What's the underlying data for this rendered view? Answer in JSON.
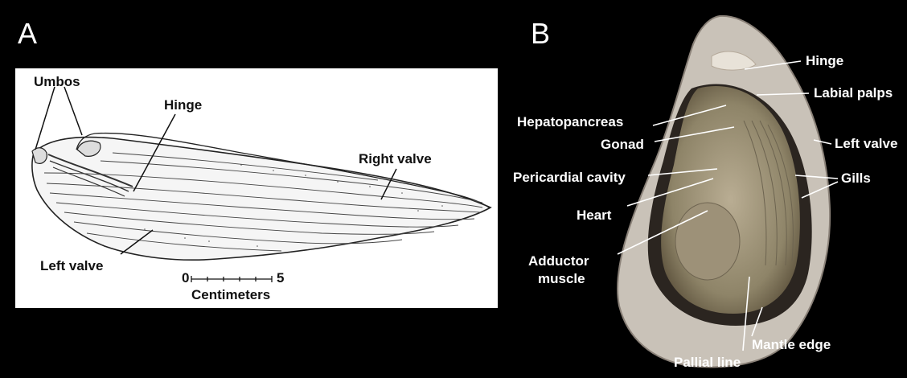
{
  "panel_a": {
    "letter": "A",
    "labels": {
      "umbos": "Umbos",
      "hinge": "Hinge",
      "right_valve": "Right valve",
      "left_valve": "Left valve"
    },
    "scale": {
      "start": "0",
      "end": "5",
      "unit": "Centimeters"
    }
  },
  "panel_b": {
    "letter": "B",
    "labels": {
      "hinge": "Hinge",
      "labial_palps": "Labial palps",
      "hepatopancreas": "Hepatopancreas",
      "gonad": "Gonad",
      "left_valve": "Left valve",
      "pericardial_cavity": "Pericardial cavity",
      "gills": "Gills",
      "heart": "Heart",
      "adductor_muscle_line1": "Adductor",
      "adductor_muscle_line2": "muscle",
      "mantle_edge": "Mantle edge",
      "pallial_line": "Pallial line"
    }
  }
}
